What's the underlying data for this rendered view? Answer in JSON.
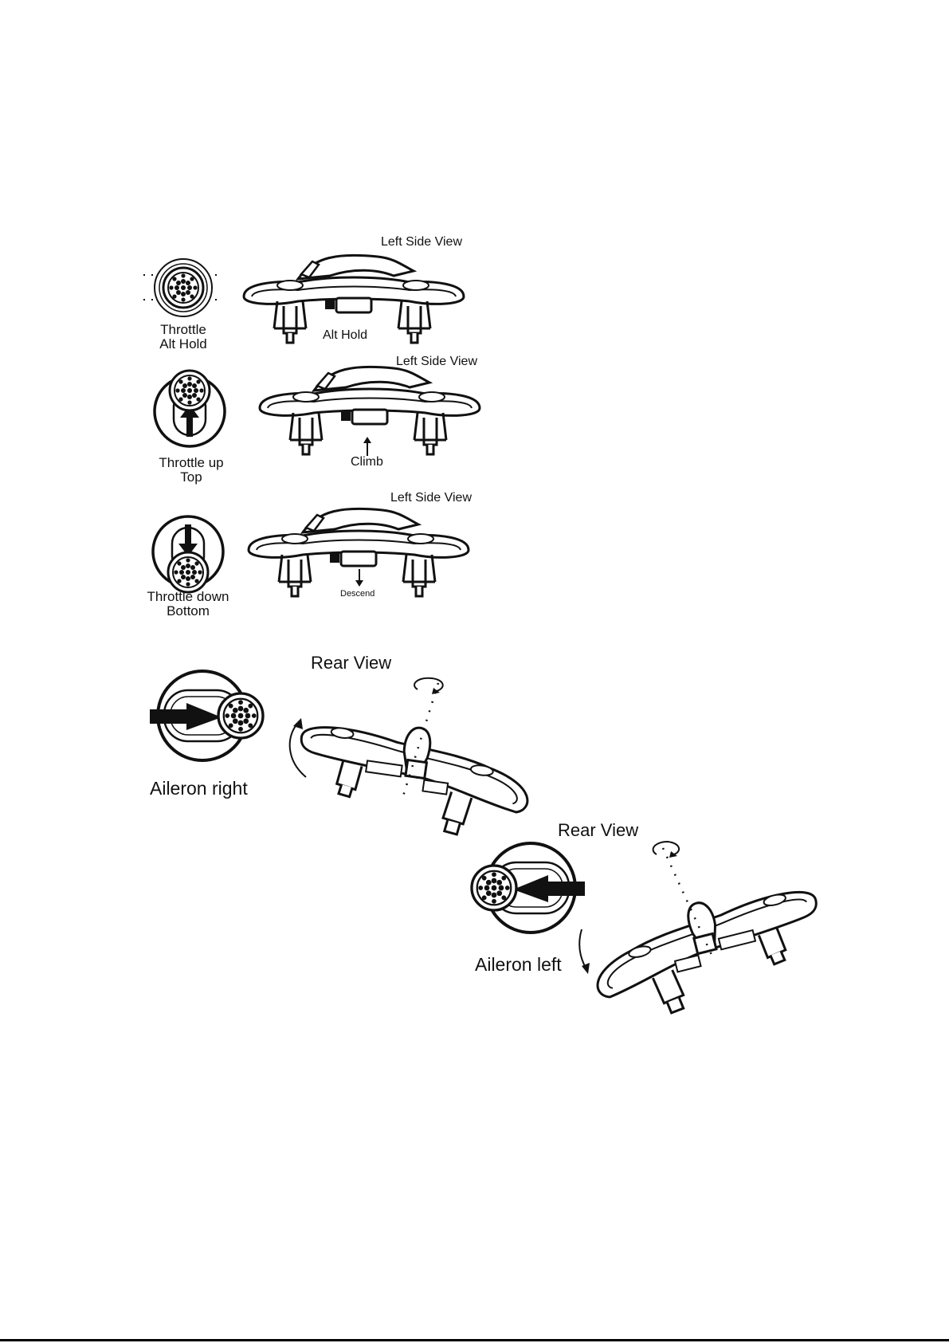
{
  "throttle_hold": {
    "view_label": "Left Side View",
    "stick_label_line1": "Throttle",
    "stick_label_line2": "Alt Hold",
    "action_label": "Alt Hold"
  },
  "throttle_up": {
    "view_label": "Left Side View",
    "stick_label_line1": "Throttle up",
    "stick_label_line2": "Top",
    "action_label": "Climb"
  },
  "throttle_down": {
    "view_label": "Left Side View",
    "stick_label_line1": "Throttle down",
    "stick_label_line2": "Bottom",
    "action_label": "Descend"
  },
  "aileron_right": {
    "view_label": "Rear View",
    "stick_label": "Aileron right"
  },
  "aileron_left": {
    "view_label": "Rear  View",
    "stick_label": "Aileron left"
  },
  "colors": {
    "ink": "#111111",
    "paper": "#ffffff"
  },
  "icons": [
    "joystick-icon",
    "drone-side-icon",
    "drone-rear-icon",
    "arrow-icon",
    "rotation-icon"
  ]
}
